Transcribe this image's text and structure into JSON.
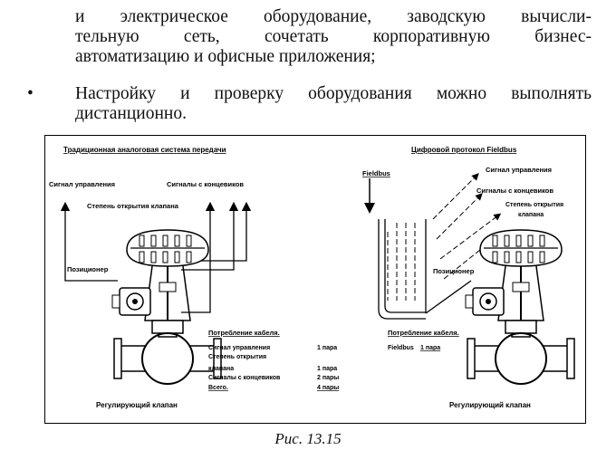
{
  "text": {
    "para1_lines": [
      "и электрическое оборудование, заводскую вычисли-",
      "тельную сеть, сочетать корпоративную бизнес-",
      "автоматизацию и офисные приложения;"
    ],
    "bullet_marker": "•",
    "bullet_lines": [
      "Настройку и проверку оборудования можно выполнять",
      "дистанционно."
    ],
    "caption": "Рис. 13.15"
  },
  "figure": {
    "left_title": "Традиционная аналоговая система передачи",
    "right_title": "Цифровой протокол Fieldbus",
    "left_labels": {
      "control_signal": "Сигнал управления",
      "limit_signals": "Сигналы с концевиков",
      "valve_opening": "Степень открытия клапана",
      "positioner": "Позиционер",
      "valve": "Регулирующий клапан"
    },
    "right_labels": {
      "fieldbus": "Fieldbus",
      "control_signal": "Сигнал управления",
      "limit_signals": "Сигналы с концевиков",
      "valve_opening_1": "Степень открытия",
      "valve_opening_2": "клапана",
      "positioner": "Позиционер",
      "valve": "Регулирующий клапан"
    },
    "cable_left": {
      "heading": "Потребление кабеля.",
      "rows": [
        {
          "label": "Сигнал управления",
          "value": "1 пара"
        },
        {
          "label": "Степень открытия",
          "value": ""
        },
        {
          "label": "клапана",
          "value": "1 пара"
        },
        {
          "label": "Сигналы с концевиков",
          "value": "2 пары"
        },
        {
          "label": "Всего.",
          "value": "4 пары"
        }
      ]
    },
    "cable_right": {
      "heading": "Потребление кабеля.",
      "label": "Fieldbus",
      "value": "1 пара"
    }
  }
}
